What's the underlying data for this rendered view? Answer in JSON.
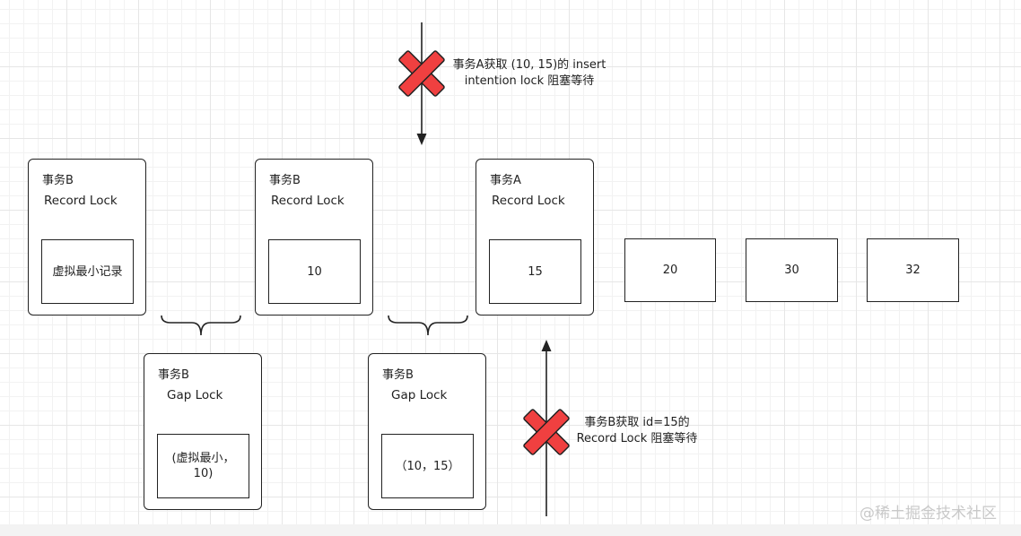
{
  "record_locks": [
    {
      "txn": "事务B",
      "lock": "Record Lock",
      "value": "虚拟最小记录"
    },
    {
      "txn": "事务B",
      "lock": "Record Lock",
      "value": "10"
    },
    {
      "txn": "事务A",
      "lock": "Record Lock",
      "value": "15"
    }
  ],
  "gap_locks": [
    {
      "txn": "事务B",
      "lock": "Gap Lock",
      "value": "(虚拟最小，\n10)"
    },
    {
      "txn": "事务B",
      "lock": "Gap Lock",
      "value": "（10，15）"
    }
  ],
  "records": [
    "20",
    "30",
    "32"
  ],
  "annotations": {
    "top": [
      "事务A获取 (10, 15)的 insert",
      "intention lock 阻塞等待"
    ],
    "bottom": [
      "事务B获取 id=15的",
      "Record Lock 阻塞等待"
    ]
  },
  "watermark": "@稀土掘金技术社区",
  "colors": {
    "block_x": "#f04040",
    "stroke": "#222222"
  }
}
